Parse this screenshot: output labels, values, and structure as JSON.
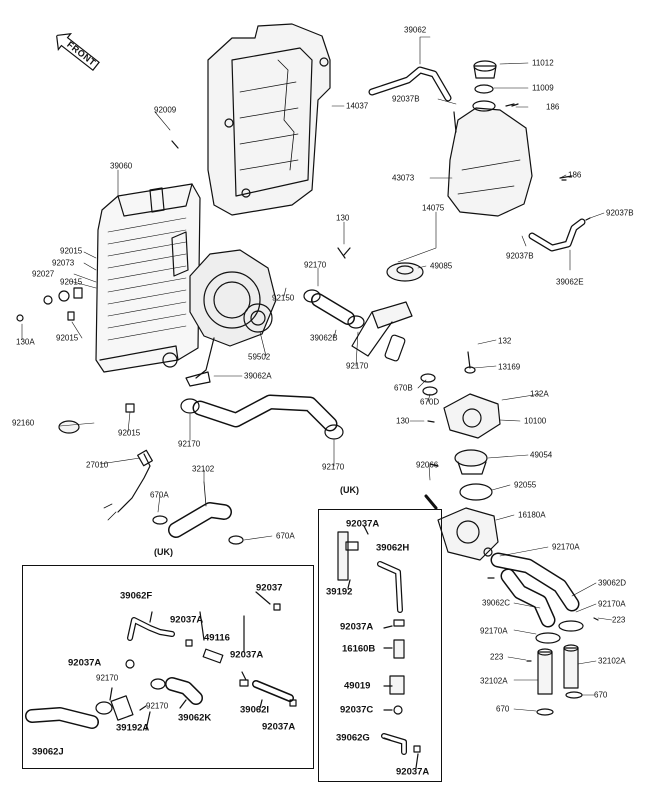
{
  "diagram": {
    "front_marker": "FRONT",
    "uk_headers": [
      "(UK)",
      "(UK)"
    ],
    "labels": [
      "39062",
      "11012",
      "11009",
      "92037B",
      "186",
      "14037",
      "92009",
      "43073",
      "186",
      "39060",
      "92037B",
      "14075",
      "130",
      "49085",
      "92037B",
      "39062E",
      "92015",
      "92073",
      "92027",
      "92015",
      "92170",
      "92150",
      "130A",
      "92015",
      "39062B",
      "92170",
      "59502",
      "132",
      "13169",
      "39062A",
      "670B",
      "670D",
      "132A",
      "92160",
      "92015",
      "130",
      "10100",
      "92170",
      "49054",
      "27010",
      "92170",
      "32102",
      "92066",
      "92055",
      "670A",
      "16180A",
      "670A",
      "92037A",
      "39062H",
      "39192",
      "92170A",
      "39062D",
      "39062F",
      "92037",
      "92037A",
      "49116",
      "92037A",
      "92037A",
      "92170",
      "92170",
      "39192A",
      "39062K",
      "39062I",
      "92037A",
      "39062J",
      "92037A",
      "16160B",
      "49019",
      "92037C",
      "39062G",
      "92037A",
      "39062C",
      "92170A",
      "92170A",
      "223",
      "223",
      "32102A",
      "32102A",
      "670",
      "670"
    ]
  }
}
